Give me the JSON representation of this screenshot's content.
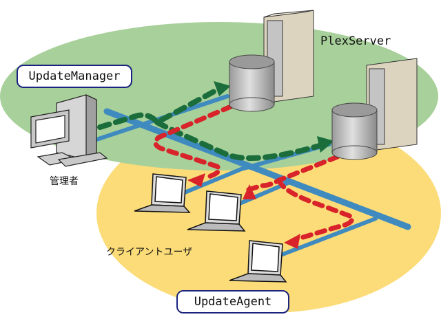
{
  "labels": {
    "update_manager": "UpdateManager",
    "plex_server": "PlexServer",
    "admin": "管理者",
    "client_users": "クライアントユーザ",
    "update_agent": "UpdateAgent"
  },
  "colors": {
    "manager_zone": "#a8d09a",
    "agent_zone": "#fcdc78",
    "network_line": "#3f8abf",
    "distribution_flow": "#1b6e3c",
    "update_flow": "#d8232a",
    "label_border": "#1a237e"
  },
  "nodes": [
    {
      "name": "admin-pc",
      "role": "管理者"
    },
    {
      "name": "plex-server-1",
      "role": "PlexServer"
    },
    {
      "name": "plex-server-2",
      "role": "PlexServer"
    },
    {
      "name": "client-laptop-1",
      "role": "クライアントユーザ"
    },
    {
      "name": "client-laptop-2",
      "role": "クライアントユーザ"
    },
    {
      "name": "client-laptop-3",
      "role": "クライアントユーザ"
    }
  ]
}
